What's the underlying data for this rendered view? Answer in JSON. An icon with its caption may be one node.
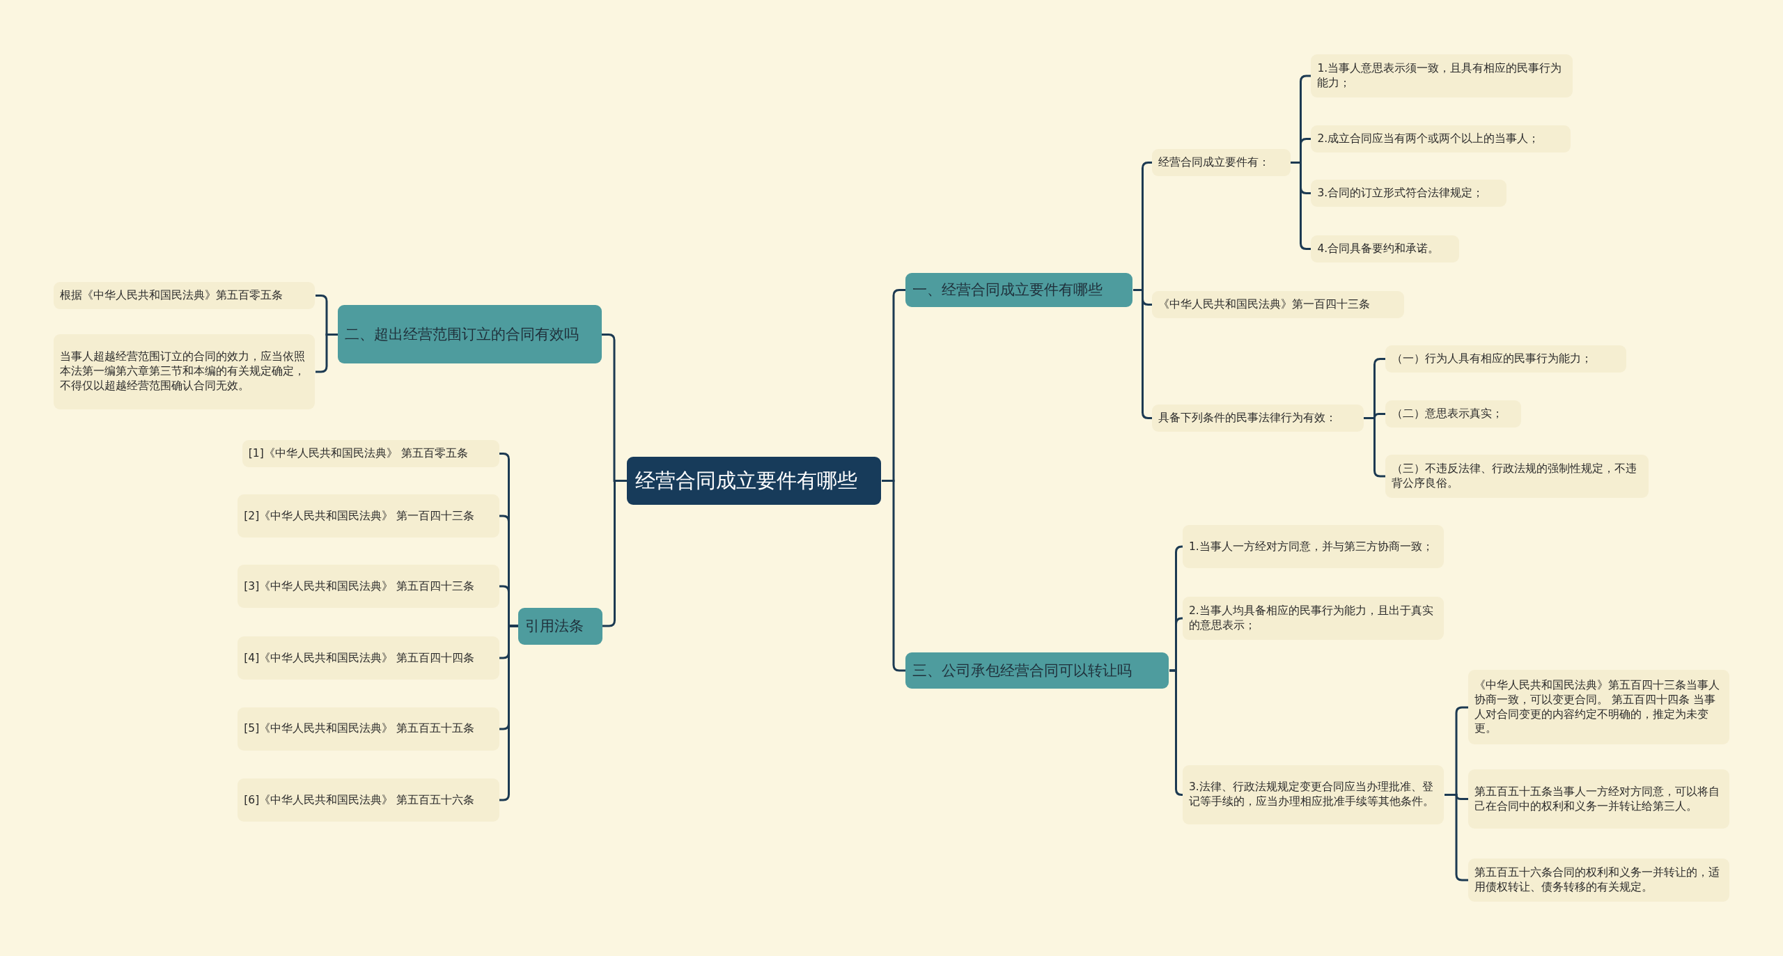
{
  "diagram": {
    "nodes": [
      {
        "text": [
          "经营合同成立要件有哪些"
        ]
      },
      {
        "text": [
          "一、经营合同成立要件有哪些"
        ]
      },
      {
        "text": [
          "经营合同成立要件有："
        ]
      },
      {
        "text": [
          "1.当事人意思表示须一致，且具有相应的民事行为能力；"
        ]
      },
      {
        "text": [
          "2.成立合同应当有两个或两个以上的当事人；"
        ]
      },
      {
        "text": [
          "3.合同的订立形式符合法律规定；"
        ]
      },
      {
        "text": [
          "4.合同具备要约和承诺。"
        ]
      },
      {
        "text": [
          "《中华人民共和国民法典》第一百四十三条"
        ]
      },
      {
        "text": [
          "具备下列条件的民事法律行为有效："
        ]
      },
      {
        "text": [
          "（一）行为人具有相应的民事行为能力；"
        ]
      },
      {
        "text": [
          "（二）意思表示真实；"
        ]
      },
      {
        "text": [
          "（三）不违反法律、行政法规的强制性规定，不违背公序良俗。"
        ]
      },
      {
        "text": [
          "三、公司承包经营合同可以转让吗"
        ]
      },
      {
        "text": [
          "1.当事人一方经对方同意，并与第三方协商一致；"
        ]
      },
      {
        "text": [
          "2.当事人均具备相应的民事行为能力，且出于真实的意思表示；"
        ]
      },
      {
        "text": [
          "3.法律、行政法规规定变更合同应当办理批准、登记等手续的，应当办理相应批准手续等其他条件。"
        ]
      },
      {
        "text": [
          "《中华人民共和国民法典》第五百四十三条当事人协商一致，可以变更合同。 第五百四十四条 当事人对合同变更的内容约定不明确的，推定为未变更。"
        ]
      },
      {
        "text": [
          "第五百五十五条当事人一方经对方同意，可以将自己在合同中的权利和义务一并转让给第三人。"
        ]
      },
      {
        "text": [
          "第五百五十六条合同的权利和义务一并转让的，适用债权转让、债务转移的有关规定。"
        ]
      },
      {
        "text": [
          "二、超出经营范围订立的合同有效吗"
        ]
      },
      {
        "text": [
          "根据《中华人民共和国民法典》第五百零五条"
        ]
      },
      {
        "text": [
          "当事人超越经营范围订立的合同的效力，应当依照本法第一编第六章第三节和本编的有关规定确定，不得仅以超越经营范围确认合同无效。"
        ]
      },
      {
        "text": [
          "引用法条"
        ]
      },
      {
        "text": [
          "[1]《中华人民共和国民法典》 第五百零五条"
        ]
      },
      {
        "text": [
          "[2]《中华人民共和国民法典》 第一百四十三条"
        ]
      },
      {
        "text": [
          "[3]《中华人民共和国民法典》 第五百四十三条"
        ]
      },
      {
        "text": [
          "[4]《中华人民共和国民法典》 第五百四十四条"
        ]
      },
      {
        "text": [
          "[5]《中华人民共和国民法典》 第五百五十五条"
        ]
      },
      {
        "text": [
          "[6]《中华人民共和国民法典》 第五百五十六条"
        ]
      }
    ],
    "edges": [
      {
        "from": 0,
        "to": 1,
        "arrow": "none"
      },
      {
        "from": 1,
        "to": 2,
        "arrow": "none"
      },
      {
        "from": 2,
        "to": 3,
        "arrow": "none"
      },
      {
        "from": 2,
        "to": 4,
        "arrow": "none"
      },
      {
        "from": 2,
        "to": 5,
        "arrow": "none"
      },
      {
        "from": 2,
        "to": 6,
        "arrow": "none"
      },
      {
        "from": 1,
        "to": 7,
        "arrow": "none"
      },
      {
        "from": 1,
        "to": 8,
        "arrow": "none"
      },
      {
        "from": 8,
        "to": 9,
        "arrow": "none"
      },
      {
        "from": 8,
        "to": 10,
        "arrow": "none"
      },
      {
        "from": 8,
        "to": 11,
        "arrow": "none"
      },
      {
        "from": 0,
        "to": 12,
        "arrow": "none"
      },
      {
        "from": 12,
        "to": 13,
        "arrow": "none"
      },
      {
        "from": 12,
        "to": 14,
        "arrow": "none"
      },
      {
        "from": 12,
        "to": 15,
        "arrow": "none"
      },
      {
        "from": 15,
        "to": 16,
        "arrow": "none"
      },
      {
        "from": 15,
        "to": 17,
        "arrow": "none"
      },
      {
        "from": 15,
        "to": 18,
        "arrow": "none"
      },
      {
        "from": 0,
        "to": 19,
        "arrow": "none"
      },
      {
        "from": 19,
        "to": 20,
        "arrow": "none"
      },
      {
        "from": 19,
        "to": 21,
        "arrow": "none"
      },
      {
        "from": 0,
        "to": 22,
        "arrow": "none"
      },
      {
        "from": 22,
        "to": 23,
        "arrow": "none"
      },
      {
        "from": 22,
        "to": 24,
        "arrow": "none"
      },
      {
        "from": 22,
        "to": 25,
        "arrow": "none"
      },
      {
        "from": 22,
        "to": 26,
        "arrow": "none"
      },
      {
        "from": 22,
        "to": 27,
        "arrow": "none"
      },
      {
        "from": 22,
        "to": 28,
        "arrow": "none"
      }
    ]
  }
}
